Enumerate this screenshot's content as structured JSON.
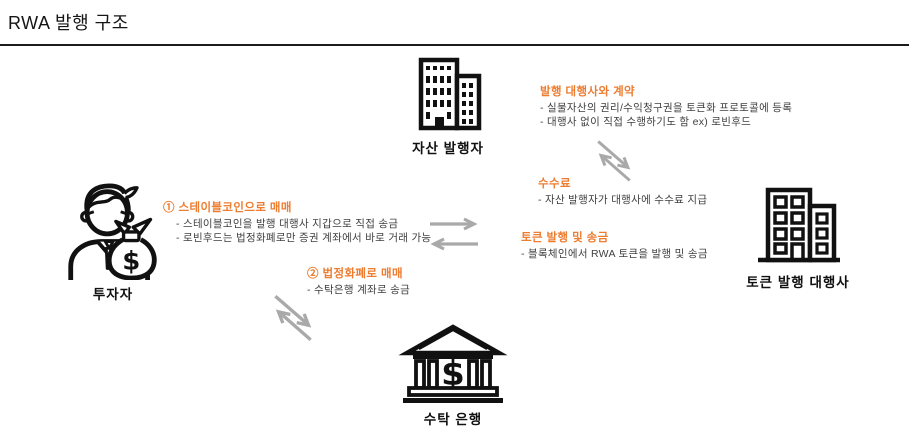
{
  "page": {
    "title": "RWA 발행 구조"
  },
  "colors": {
    "accent_orange": "#ED7D31",
    "body_text": "#3F3F3F",
    "icon_black": "#111111",
    "arrow_gray": "#A9A9A9"
  },
  "nodes": {
    "asset_issuer": {
      "label": "자산 발행자",
      "icon": "office-building-icon"
    },
    "investor": {
      "label": "투자자",
      "icon": "investor-money-bag-icon"
    },
    "token_agency": {
      "label": "토큰 발행 대행사",
      "icon": "office-building-2-icon"
    },
    "custodian_bank": {
      "label": "수탁 은행",
      "icon": "bank-icon"
    }
  },
  "icons": {
    "dollar_sign": "$"
  },
  "annotations": {
    "contract": {
      "heading": "발행 대행사와 계약",
      "bullets": [
        "- 실물자산의 권리/수익청구권을 토큰화 프로토콜에 등록",
        "- 대행사 없이 직접 수행하기도 함 ex) 로빈후드"
      ]
    },
    "fee": {
      "heading": "수수료",
      "bullets": [
        "- 자산 발행자가 대행사에 수수료 지급"
      ]
    },
    "token_issue": {
      "heading": "토큰 발행 및 송금",
      "bullets": [
        "- 블록체인에서 RWA 토큰을 발행 및 송금"
      ]
    },
    "stablecoin_trade": {
      "heading": "① 스테이블코인으로 매매",
      "bullets": [
        "- 스테이블코인을 발행 대행사 지갑으로 직접 송금",
        "- 로빈후드는 법정화폐로만 증권 계좌에서 바로 거래 가능"
      ]
    },
    "fiat_trade": {
      "heading": "② 법정화폐로 매매",
      "bullets": [
        "- 수탁은행 계좌로 송금"
      ]
    }
  }
}
